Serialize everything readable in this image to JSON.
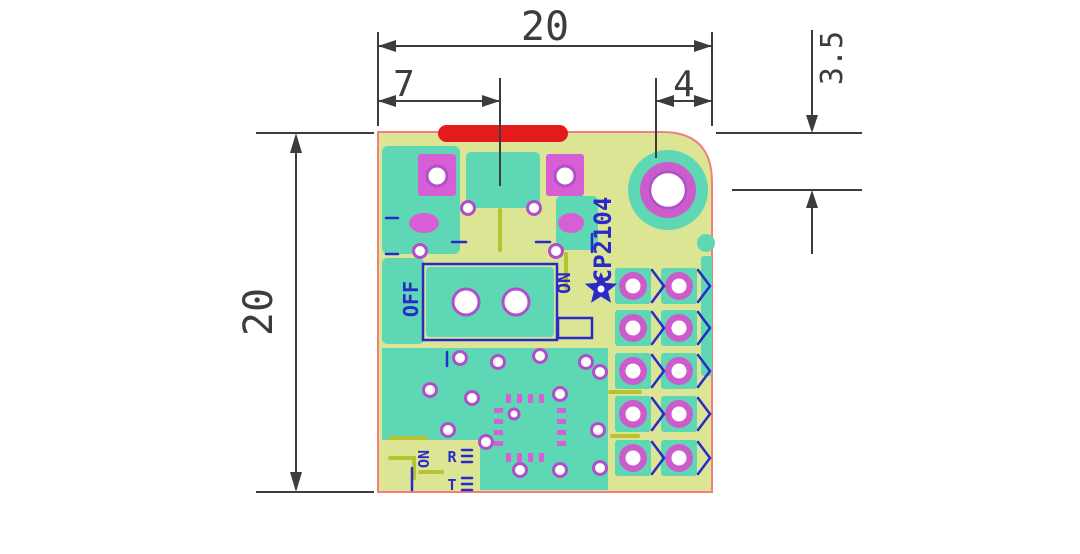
{
  "figure": {
    "type": "mechanical-dimension-drawing",
    "subject": "PCB outline drawing with dimensions",
    "dimensions": {
      "board_width": "20",
      "board_height": "20",
      "connector_center_offset": "7",
      "hole_to_edge": "4",
      "hole_to_top": "3.5"
    },
    "silkscreen": {
      "chip_name": "CP2104",
      "switch_off": "OFF",
      "switch_on": "ON",
      "led_on": "ON",
      "rx": "R",
      "tx": "T"
    },
    "colors": {
      "board_substrate": "#dbe593",
      "copper_pour": "#5ed7b5",
      "pad_magenta": "#d65fd6",
      "hole_ring": "#cc5ccc",
      "via_ring": "#b14fc9",
      "silkscreen_blue": "#2a2ac8",
      "connector_red": "#e51a1a",
      "outline_pink": "#f08080",
      "trace_olive": "#b8c332",
      "dimension_line": "#3c3c3c"
    }
  }
}
